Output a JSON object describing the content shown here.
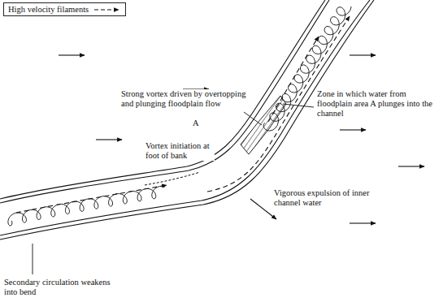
{
  "diagram": {
    "labels": [
      "Strong vortex driven by overtopping and plunging floodplain flow",
      "A",
      "Zone in which water from floodplain area A plunges into the channel",
      "Vortex initiation at foot of bank",
      "Vigorous expulsion of inner channel water",
      "Secondary circulation weakens into bend"
    ],
    "legend": [
      {
        "text": "High velocity filaments"
      }
    ]
  }
}
